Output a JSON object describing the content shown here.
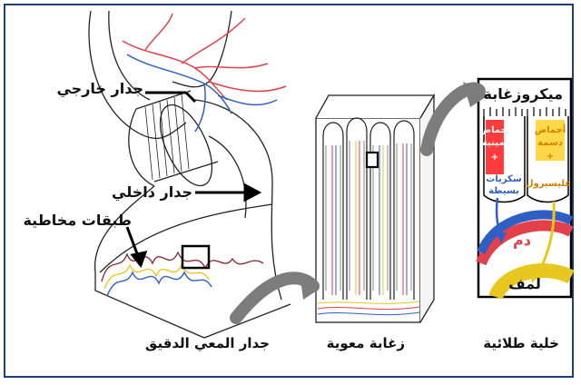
{
  "labels": {
    "outer_wall": "جدار خارجي",
    "inner_wall": "جدار داخلي",
    "mucosal_layers": "طبقات مخاطية",
    "microvilli": "ميكروزغابة"
  },
  "captions": {
    "small_intestine_wall": "جدار المعي الدقيق",
    "intestinal_villus": "زغابة معوية",
    "epithelial_cell": "خلية طلائية"
  },
  "microvillus_box": {
    "left": {
      "line1": "أحماض",
      "line2": "أمينية",
      "plus": "+",
      "line3": "سكريات",
      "line4": "بسيطة"
    },
    "right": {
      "line1": "أحماض",
      "line2": "دسمة",
      "plus": "+",
      "line3": "غليسيرول"
    },
    "blood": "دم",
    "lymph": "لمف"
  },
  "colors": {
    "frame": "#1f3e72",
    "artery": "#e2404a",
    "vein": "#2f5fc4",
    "lymph": "#e8c81e",
    "arrow": "#7c7c7c",
    "left_box": "#ff3b3b",
    "right_box": "#ffd84a"
  }
}
